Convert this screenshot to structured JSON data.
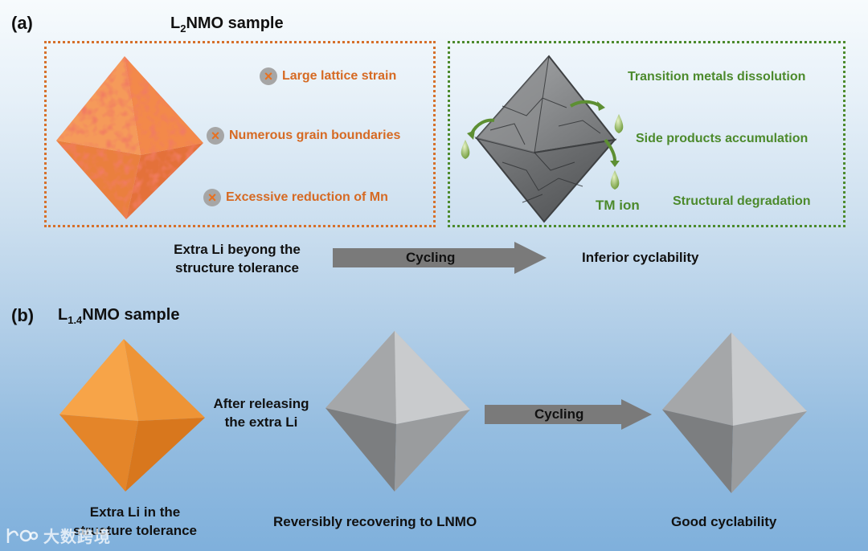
{
  "panel_a": {
    "label": "(a)",
    "title_main": "L",
    "title_sub": "2",
    "title_rest": "NMO sample",
    "issues": [
      "Large lattice strain",
      "Numerous grain boundaries",
      "Excessive reduction of Mn"
    ],
    "issue_mark": "×",
    "consequences": [
      "Transition metals dissolution",
      "Side products accumulation",
      "Structural degradation"
    ],
    "tm_ion": "TM ion",
    "left_text_line1": "Extra Li beyong the",
    "left_text_line2": "structure tolerance",
    "arrow_label": "Cycling",
    "result": "Inferior cyclability"
  },
  "panel_b": {
    "label": "(b)",
    "title_main": "L",
    "title_sub": "1.4",
    "title_rest": "NMO sample",
    "release_line1": "After releasing",
    "release_line2": "the extra Li",
    "arrow_label": "Cycling",
    "caption_left_line1": "Extra Li in the",
    "caption_left_line2": "structure tolerance",
    "caption_mid": "Reversibly recovering to LNMO",
    "caption_right": "Good cyclability"
  },
  "watermark": "大数跨境",
  "colors": {
    "orange_border": "#d6702a",
    "green_border": "#4c8a2c",
    "orange_text": "#d66a23",
    "green_text": "#4c8a2c",
    "arrow_gray": "#7a7a7a"
  }
}
